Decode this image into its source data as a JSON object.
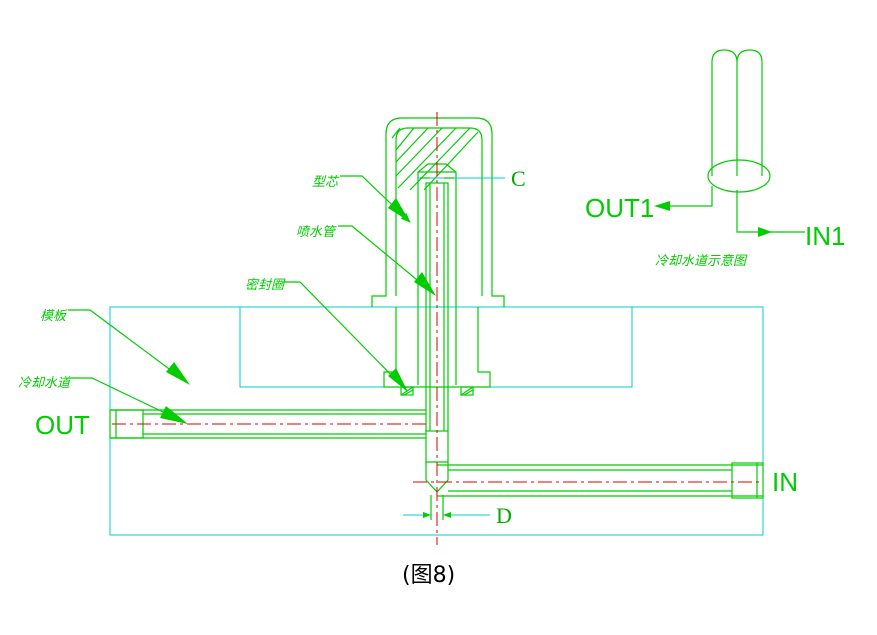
{
  "labels": {
    "core": "型芯",
    "spray_tube": "喷水管",
    "seal_ring": "密封圈",
    "mold_plate": "模板",
    "cooling_channel": "冷却水道",
    "out": "OUT",
    "in": "IN",
    "out1": "OUT1",
    "in1": "IN1",
    "schematic_title": "冷却水道示意图",
    "dim_c": "C",
    "dim_d": "D"
  },
  "caption": "(图8)",
  "colors": {
    "outline": "#00cc00",
    "plate": "#00cccc",
    "centerline": "#dd0000",
    "caption": "#000000"
  }
}
